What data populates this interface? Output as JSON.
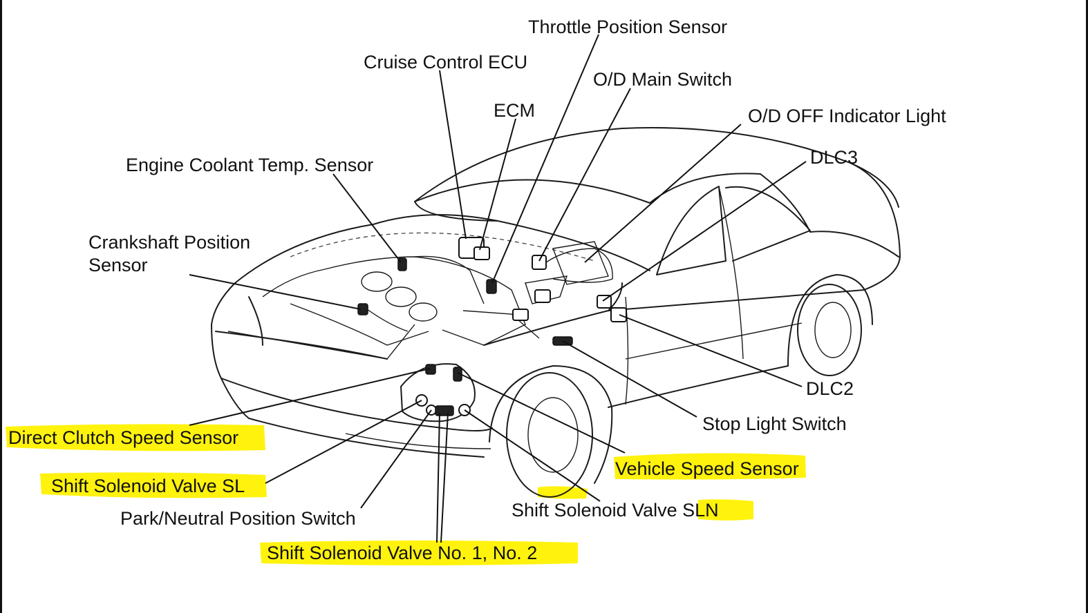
{
  "highlight_color": "#fff200",
  "labels": {
    "throttle_position_sensor": "Throttle Position Sensor",
    "cruise_control_ecu": "Cruise Control ECU",
    "od_main_switch": "O/D Main Switch",
    "ecm": "ECM",
    "od_off_indicator_light": "O/D OFF Indicator Light",
    "engine_coolant_temp_sensor": "Engine Coolant Temp. Sensor",
    "dlc3": "DLC3",
    "crankshaft_position_sensor_line1": "Crankshaft Position",
    "crankshaft_position_sensor_line2": "Sensor",
    "dlc2": "DLC2",
    "stop_light_switch": "Stop Light Switch",
    "direct_clutch_speed_sensor": "Direct Clutch Speed Sensor",
    "vehicle_speed_sensor": "Vehicle Speed Sensor",
    "shift_solenoid_valve_sl": "Shift Solenoid Valve SL",
    "shift_solenoid_valve_sln": "Shift Solenoid Valve SLN",
    "park_neutral_position_switch": "Park/Neutral Position Switch",
    "shift_solenoid_valve_no1_no2": "Shift Solenoid Valve No. 1, No. 2"
  }
}
